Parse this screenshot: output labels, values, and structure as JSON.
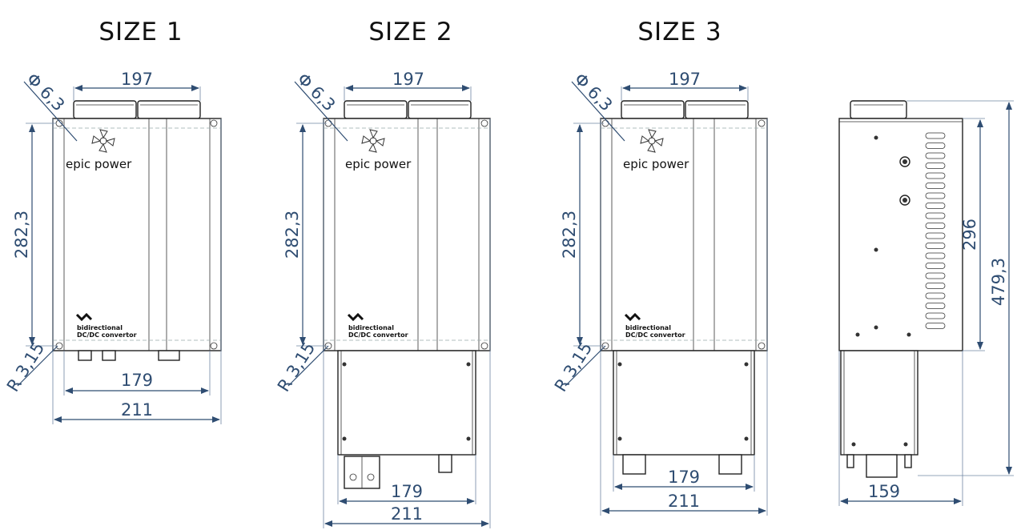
{
  "titles": [
    "SIZE 1",
    "SIZE 2",
    "SIZE 3"
  ],
  "brand": {
    "logo_text": "epic power",
    "product_line1": "bidirectional",
    "product_line2": "DC/DC convertor"
  },
  "dimensions": {
    "top_width": "197",
    "hole_dia": "Φ 6,3",
    "height_front": "282,3",
    "corner_radius": "R 3,15",
    "inner_width": "179",
    "outer_width": "211",
    "side_height_inner": "296",
    "side_height_total": "479,3",
    "side_depth": "159"
  },
  "colors": {
    "dimension": "#2f4d72",
    "outline": "#222222"
  }
}
